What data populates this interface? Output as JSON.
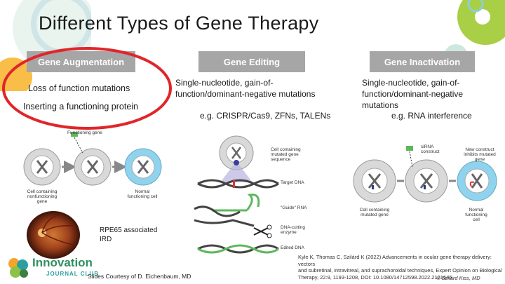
{
  "slide": {
    "title": "Different Types of Gene Therapy",
    "columns": [
      {
        "header": "Gene Augmentation",
        "lines": [
          "Loss of function mutations",
          "Inserting a functioning protein"
        ]
      },
      {
        "header": "Gene Editing",
        "lines": [
          "Single-nucleotide, gain-of-",
          "function/dominant-negative mutations",
          "e.g. CRISPR/Cas9, ZFNs, TALENs"
        ]
      },
      {
        "header": "Gene Inactivation",
        "lines": [
          "Single-nucleotide, gain-of-",
          "function/dominant-negative",
          "mutations",
          "e.g. RNA interference"
        ]
      }
    ],
    "diagram_labels": {
      "aug_functioning_gene": "Functioning gene",
      "aug_cell_nonfunctioning": "Cell containing nonfunctioning gene",
      "aug_normal_cell": "Normal functioning cell",
      "edit_cell": "Cell containing mutated gene sequence",
      "edit_target": "Target DNA",
      "edit_guide": "\"Guide\" RNA",
      "edit_enzyme": "DNA-cutting enzyme",
      "edit_edited": "Edited DNA",
      "inact_sirna": "siRNA construct",
      "inact_new": "New construct inhibits mutated gene",
      "inact_cell": "Cell containing mutated gene",
      "inact_normal": "Normal functioning cell"
    },
    "fundus_caption": [
      "RPE65 associated",
      "IRD"
    ],
    "logo": {
      "name": "Innovation",
      "sub": "JOURNAL CLUB"
    },
    "courtesy": "Slides Courtesy of D. Eichenbaum, MD",
    "citation": [
      "Kyle K, Thomas C, Szilárd K (2022) Advancements in ocular gene therapy delivery: vectors",
      "and subretinal, intravitreal, and suprachoroidal techniques, Expert Opinion on Biological",
      "Therapy, 22:9, 1193-1208, DOI: 10.1080/14712598.2022.2121646"
    ],
    "copyright": "© Szilárd Kiss, MD",
    "colors": {
      "header_gray": "#a6a6a6",
      "highlight_red": "#e0262a",
      "gene_green": "#5cb85c",
      "normal_cell_blue": "#8fd3ee"
    }
  }
}
